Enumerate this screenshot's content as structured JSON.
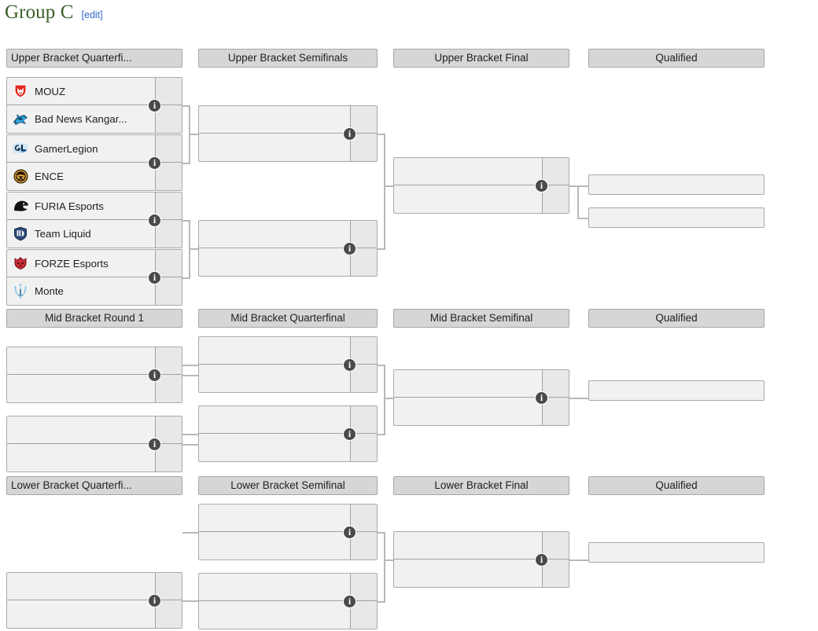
{
  "page": {
    "title": "Group C",
    "edit_label": "[edit]"
  },
  "brackets": [
    {
      "id": "upper",
      "headers": [
        {
          "label": "Upper Bracket Quarterfi...",
          "align": "left"
        },
        {
          "label": "Upper Bracket Semifinals",
          "align": "center"
        },
        {
          "label": "Upper Bracket Final",
          "align": "center"
        },
        {
          "label": "Qualified",
          "align": "center"
        }
      ],
      "matches": [
        {
          "id": "ubqf1",
          "top": {
            "team": "MOUZ",
            "logo": "mouz-logo",
            "score": ""
          },
          "bottom": {
            "team": "Bad News Kangar...",
            "logo": "bad-news-kangaroos-logo",
            "score": ""
          }
        },
        {
          "id": "ubqf2",
          "top": {
            "team": "GamerLegion",
            "logo": "gamerlegion-logo",
            "score": ""
          },
          "bottom": {
            "team": "ENCE",
            "logo": "ence-logo",
            "score": ""
          }
        },
        {
          "id": "ubqf3",
          "top": {
            "team": "FURIA Esports",
            "logo": "furia-logo",
            "score": ""
          },
          "bottom": {
            "team": "Team Liquid",
            "logo": "team-liquid-logo",
            "score": ""
          }
        },
        {
          "id": "ubqf4",
          "top": {
            "team": "FORZE Esports",
            "logo": "forze-logo",
            "score": ""
          },
          "bottom": {
            "team": "Monte",
            "logo": "monte-logo",
            "score": ""
          }
        },
        {
          "id": "ubsf1",
          "top": {
            "team": "",
            "logo": "",
            "score": ""
          },
          "bottom": {
            "team": "",
            "logo": "",
            "score": ""
          }
        },
        {
          "id": "ubsf2",
          "top": {
            "team": "",
            "logo": "",
            "score": ""
          },
          "bottom": {
            "team": "",
            "logo": "",
            "score": ""
          }
        },
        {
          "id": "ubf",
          "top": {
            "team": "",
            "logo": "",
            "score": ""
          },
          "bottom": {
            "team": "",
            "logo": "",
            "score": ""
          }
        }
      ],
      "qualified": [
        {
          "team": ""
        },
        {
          "team": ""
        }
      ]
    },
    {
      "id": "mid",
      "headers": [
        {
          "label": "Mid Bracket Round 1",
          "align": "center"
        },
        {
          "label": "Mid Bracket Quarterfinal",
          "align": "center"
        },
        {
          "label": "Mid Bracket Semifinal",
          "align": "center"
        },
        {
          "label": "Qualified",
          "align": "center"
        }
      ],
      "matches": [
        {
          "id": "mbr1-1",
          "top": {
            "team": "",
            "logo": "",
            "score": ""
          },
          "bottom": {
            "team": "",
            "logo": "",
            "score": ""
          }
        },
        {
          "id": "mbr1-2",
          "top": {
            "team": "",
            "logo": "",
            "score": ""
          },
          "bottom": {
            "team": "",
            "logo": "",
            "score": ""
          }
        },
        {
          "id": "mbqf1",
          "top": {
            "team": "",
            "logo": "",
            "score": ""
          },
          "bottom": {
            "team": "",
            "logo": "",
            "score": ""
          }
        },
        {
          "id": "mbqf2",
          "top": {
            "team": "",
            "logo": "",
            "score": ""
          },
          "bottom": {
            "team": "",
            "logo": "",
            "score": ""
          }
        },
        {
          "id": "mbsf",
          "top": {
            "team": "",
            "logo": "",
            "score": ""
          },
          "bottom": {
            "team": "",
            "logo": "",
            "score": ""
          }
        }
      ],
      "qualified": [
        {
          "team": ""
        }
      ]
    },
    {
      "id": "lower",
      "headers": [
        {
          "label": "Lower Bracket Quarterfi...",
          "align": "left"
        },
        {
          "label": "Lower Bracket Semifinal",
          "align": "center"
        },
        {
          "label": "Lower Bracket Final",
          "align": "center"
        },
        {
          "label": "Qualified",
          "align": "center"
        }
      ],
      "matches": [
        {
          "id": "lbqf",
          "top": {
            "team": "",
            "logo": "",
            "score": ""
          },
          "bottom": {
            "team": "",
            "logo": "",
            "score": ""
          }
        },
        {
          "id": "lbsf1",
          "top": {
            "team": "",
            "logo": "",
            "score": ""
          },
          "bottom": {
            "team": "",
            "logo": "",
            "score": ""
          }
        },
        {
          "id": "lbsf2",
          "top": {
            "team": "",
            "logo": "",
            "score": ""
          },
          "bottom": {
            "team": "",
            "logo": "",
            "score": ""
          }
        },
        {
          "id": "lbf",
          "top": {
            "team": "",
            "logo": "",
            "score": ""
          },
          "bottom": {
            "team": "",
            "logo": "",
            "score": ""
          }
        }
      ],
      "qualified": [
        {
          "team": ""
        }
      ]
    }
  ],
  "colors": {
    "header_fill": "#d6d6d6",
    "header_border": "#a6a6a6",
    "box_fill": "#f1f1f1",
    "box_border": "#aaaaaa",
    "score_fill": "#e8e8e8",
    "connector": "#b8b8b8",
    "info_bubble": "#4a4a4a",
    "title_green": "#3b5e27",
    "link_blue": "#3366cc"
  },
  "icons": {
    "info": "i"
  }
}
